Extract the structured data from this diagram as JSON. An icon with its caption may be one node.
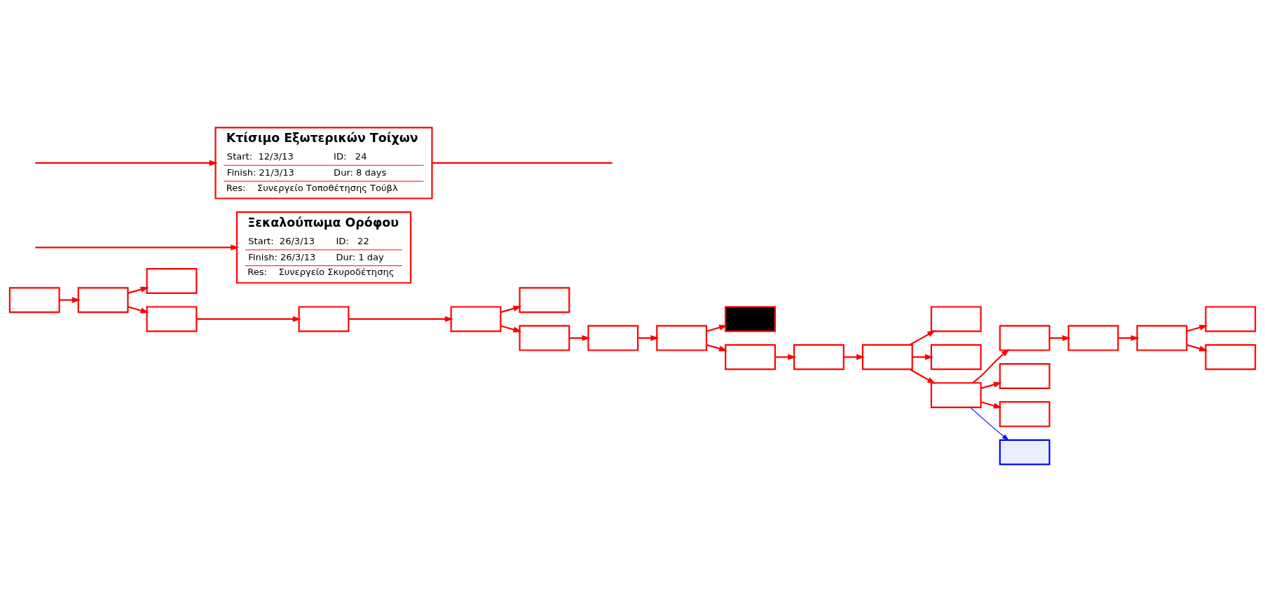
{
  "diagram": {
    "nodes": [
      {
        "text": [],
        "shape": "box"
      },
      {
        "text": [],
        "shape": "box"
      },
      {
        "text": [],
        "shape": "box"
      },
      {
        "text": [],
        "shape": "box"
      },
      {
        "text": [],
        "shape": "box"
      },
      {
        "text": [],
        "shape": "box"
      },
      {
        "text": [],
        "shape": "box"
      },
      {
        "text": [],
        "shape": "box"
      },
      {
        "text": [],
        "shape": "box"
      },
      {
        "text": [],
        "shape": "box"
      },
      {
        "text": [],
        "shape": "box"
      },
      {
        "text": [],
        "shape": "box"
      },
      {
        "text": [],
        "shape": "box"
      },
      {
        "text": [],
        "shape": "box"
      },
      {
        "text": [],
        "shape": "box"
      },
      {
        "text": [],
        "shape": "box"
      },
      {
        "text": [],
        "shape": "box"
      },
      {
        "text": [],
        "shape": "box"
      },
      {
        "text": [],
        "shape": "box"
      },
      {
        "text": [],
        "shape": "box"
      },
      {
        "text": [],
        "shape": "box"
      },
      {
        "text": [],
        "shape": "box"
      },
      {
        "text": [],
        "shape": "box"
      },
      {
        "text": [],
        "shape": "box"
      },
      {
        "text": [],
        "shape": "box"
      },
      {
        "text": [
          "Ξεκαλούπωμα Ορόφου",
          "Start:  26/3/13",
          "ID:   22",
          "Finish: 26/3/13",
          "Dur: 1 day",
          "Res:    Συνεργείο Σκυροδέτησης"
        ]
      },
      {
        "text": [
          "Κτίσιμο Εξωτερικών Τοίχων",
          "Start:  12/3/13",
          "ID:   24",
          "Finish: 21/3/13",
          "Dur: 8 days",
          "Res:    Συνεργείο Τοποθέτησης Τούβλ"
        ]
      }
    ],
    "edges": [
      {
        "from": 0,
        "to": 1,
        "arrow": "to"
      },
      {
        "from": 1,
        "to": 2,
        "arrow": "to"
      },
      {
        "from": 1,
        "to": 3,
        "arrow": "to"
      },
      {
        "from": 3,
        "to": 4,
        "arrow": "to"
      },
      {
        "from": 4,
        "to": 5,
        "arrow": "to"
      },
      {
        "from": 5,
        "to": 6,
        "arrow": "to"
      },
      {
        "from": 5,
        "to": 7,
        "arrow": "to"
      },
      {
        "from": 7,
        "to": 8,
        "arrow": "to"
      },
      {
        "from": 8,
        "to": 9,
        "arrow": "to"
      },
      {
        "from": 9,
        "to": 10,
        "arrow": "to"
      },
      {
        "from": 9,
        "to": 11,
        "arrow": "to"
      },
      {
        "from": 11,
        "to": 12,
        "arrow": "to"
      },
      {
        "from": 12,
        "to": 13,
        "arrow": "to"
      },
      {
        "from": 13,
        "to": 14,
        "arrow": "to"
      },
      {
        "from": 13,
        "to": 15,
        "arrow": "to"
      },
      {
        "from": 13,
        "to": 16,
        "arrow": "to"
      },
      {
        "from": 16,
        "to": 17,
        "arrow": "to"
      },
      {
        "from": 17,
        "to": 18,
        "arrow": "to"
      },
      {
        "from": 18,
        "to": 19,
        "arrow": "to"
      },
      {
        "from": 19,
        "to": 20,
        "arrow": "to"
      },
      {
        "from": 19,
        "to": 21,
        "arrow": "to"
      },
      {
        "from": 16,
        "to": 22,
        "arrow": "to"
      },
      {
        "from": 16,
        "to": 23,
        "arrow": "to"
      },
      {
        "from": 16,
        "to": 24,
        "arrow": "to",
        "color": "#0000ff"
      },
      {
        "from": null,
        "to": 25,
        "arrow": "to"
      },
      {
        "from": 26,
        "to": null,
        "arrow": "none"
      },
      {
        "from": null,
        "to": 26,
        "arrow": "to"
      }
    ]
  }
}
